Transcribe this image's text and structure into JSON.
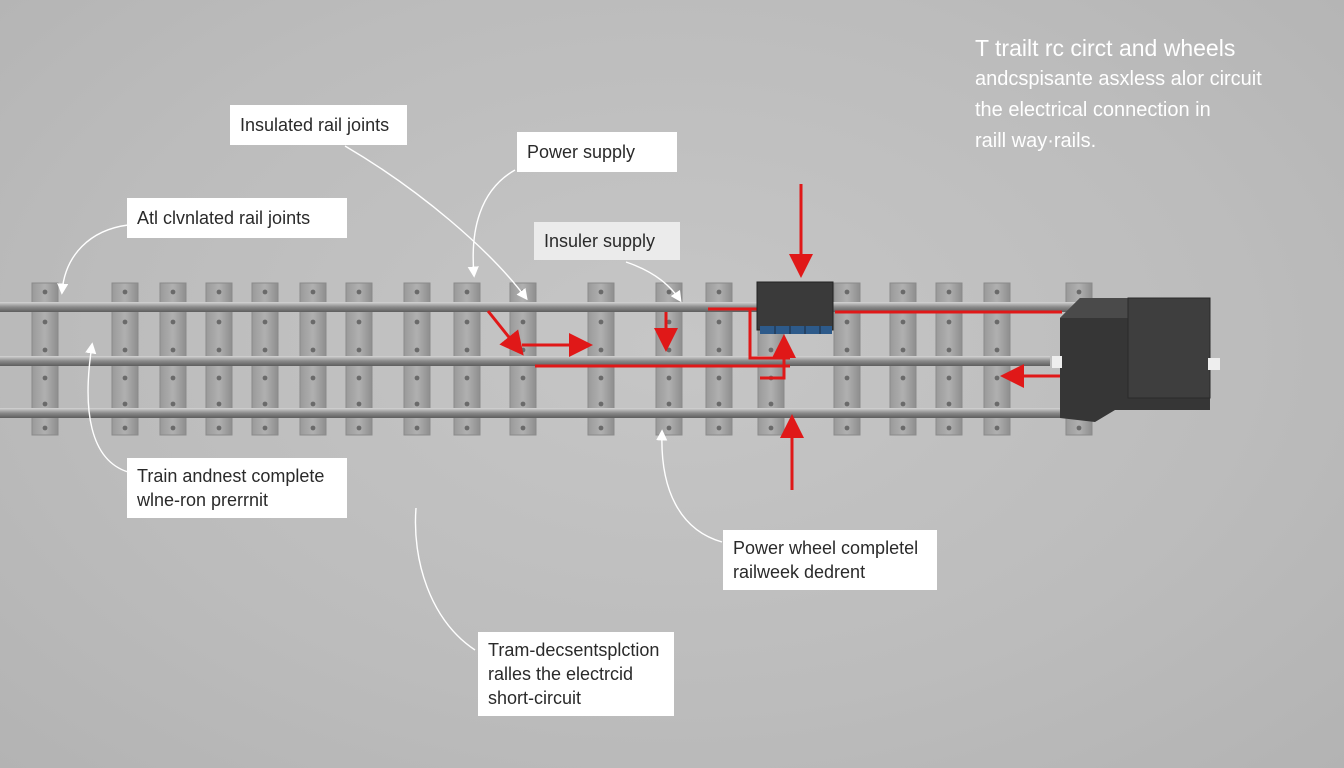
{
  "title_block": {
    "line1": "T trailt rc circt and wheels",
    "line2": "andcspisante asxless alor circuit",
    "line3": "the electrical connection in",
    "line4": "raill way·rails."
  },
  "labels": {
    "insulated_rail_joints": "Insulated rail joints",
    "power_supply": "Power supply",
    "atl_rail_joints": "Atl clvnlated rail joints",
    "insuler_supply": "Insuler supply",
    "train_complete": {
      "line1": "Train andnest complete",
      "line2": "wlne-ron prerrnit"
    },
    "power_wheel": {
      "line1": "Power wheel completel",
      "line2": "railweek dedrent"
    },
    "train_short_circuit": {
      "line1": "Tram-decsentsplction",
      "line2": "ralles the electrcid",
      "line3": "short-circuit"
    }
  },
  "colors": {
    "background": "#bdbdbd",
    "circuit": "#e01818",
    "rail": "#8f8f8f",
    "sleeper": "#a3a3a3",
    "box": "#3a3a3a",
    "box_contacts": "#2d5a8a",
    "leader": "#ffffff",
    "title_text": "#ffffff"
  },
  "icons": {
    "power_box": "power-supply-box",
    "train": "train-wheelset-block"
  }
}
